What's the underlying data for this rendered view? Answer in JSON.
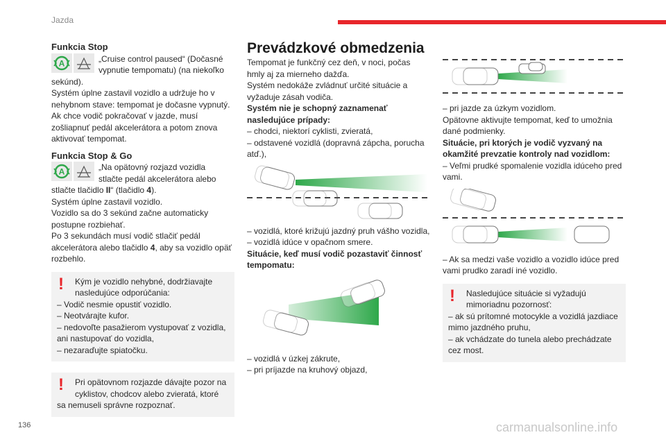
{
  "header": {
    "section": "Jazda"
  },
  "page_number": "136",
  "watermark": "carmanualsonline.info",
  "colors": {
    "accent_red": "#e8262b",
    "icon_green": "#2ea84a",
    "gray_box": "#f2f2f2"
  },
  "left": {
    "stop": {
      "title": "Funkcia Stop",
      "line1": "„Cruise control paused“ (Dočasné",
      "line2": "vypnutie tempomatu) (na niekoľko",
      "body": "sekúnd).\nSystém úplne zastavil vozidlo a udržuje ho v nehybnom stave: tempomat je dočasne vypnutý.\nAk chce vodič pokračovať v jazde, musí zošliapnuť pedál akcelerátora a potom znova aktivovať tempomat."
    },
    "stopgo": {
      "title": "Funkcia Stop & Go",
      "line1": "„Na opätovný rozjazd vozidla",
      "line2": "stlačte pedál akcelerátora alebo",
      "body_pre": "stlačte tlačidlo ",
      "body_b1": "II",
      "body_mid": "“ (tlačidlo ",
      "body_b2": "4",
      "body_post": ").",
      "body2": "Systém úplne zastavil vozidlo.\nVozidlo sa do 3 sekúnd začne automaticky postupne rozbiehať.",
      "body3_pre": "Po 3 sekundách musí vodič stlačiť pedál akcelerátora alebo tlačidlo ",
      "body3_b": "4",
      "body3_post": ", aby sa vozidlo opäť rozbehlo."
    },
    "warn1": {
      "line1": "Kým je vozidlo nehybné, dodržiavajte",
      "line2": "nasledujúce odporúčania:",
      "items": "–  Vodič nesmie opustiť vozidlo.\n–  Neotvárajte kufor.\n–  nedovoľte pasažierom vystupovať z vozidla, ani nastupovať do vozidla,\n–  nezaraďujte spiatočku."
    },
    "warn2": {
      "line1": "Pri opätovnom rozjazde dávajte pozor na",
      "line2": "cyklistov, chodcov alebo zvieratá, ktoré",
      "line3": "sa nemuseli správne rozpoznať."
    }
  },
  "middle": {
    "title": "Prevádzkové obmedzenia",
    "intro": "Tempomat je funkčný cez deň, v noci, počas hmly aj za mierneho dažďa.\nSystém nedokáže zvládnuť určité situácie a vyžaduje zásah vodiča.",
    "cannot_title": "Systém nie je schopný zaznamenať nasledujúce prípady:",
    "cannot_items": "–  chodci, niektorí cyklisti, zvieratá,\n–  odstavené vozidlá (dopravná zápcha, porucha atď.),",
    "after_fig1": "–  vozidlá, ktoré križujú jazdný pruh vášho vozidla,\n–  vozidlá idúce v opačnom smere.",
    "suspend_title": "Situácie, keď musí vodič pozastaviť činnosť tempomatu:",
    "after_fig2": "–  vozidlá v úzkej zákrute,\n–  pri príjazde na kruhový objazd,"
  },
  "right": {
    "after_fig3": "–  pri jazde za úzkym vozidlom.\nOpätovne aktivujte tempomat, keď to umožnia dané podmienky.",
    "takeover_title": "Situácie, pri ktorých je vodič vyzvaný na okamžité prevzatie kontroly nad vozidlom:",
    "takeover_item": "–  Veľmi prudké spomalenie vozidla idúceho pred vami.",
    "after_fig4": "–  Ak sa medzi vaše vozidlo a vozidlo idúce pred vami prudko zaradí iné vozidlo.",
    "warn": {
      "line1": "Nasledujúce situácie si vyžadujú",
      "line2": "mimoriadnu pozornosť:",
      "items": "–  ak sú prítomné motocykle a vozidlá jazdiace mimo jazdného pruhu,\n–  ak vchádzate do tunela alebo prechádzate cez most."
    }
  }
}
